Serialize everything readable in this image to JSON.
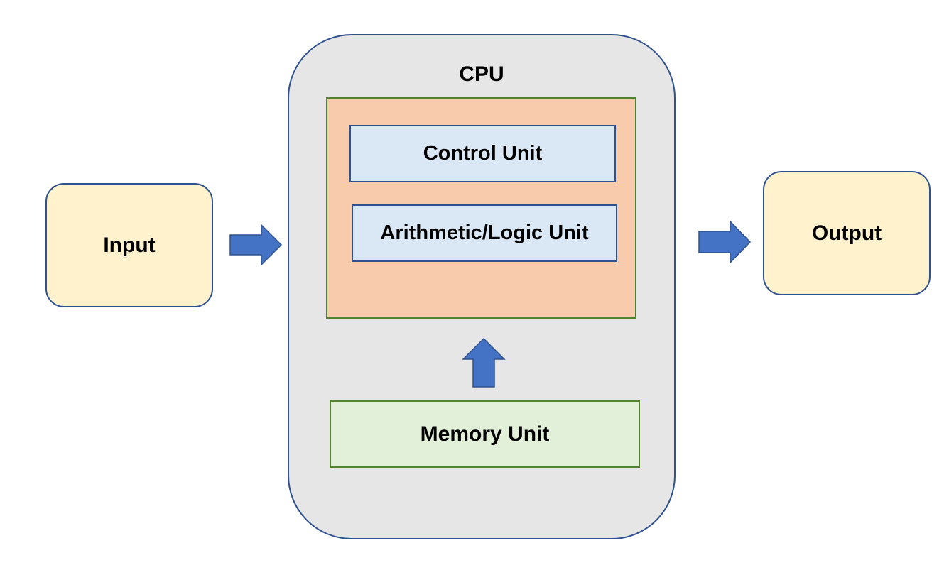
{
  "input": {
    "label": "Input"
  },
  "output": {
    "label": "Output"
  },
  "cpu": {
    "title": "CPU",
    "control_unit": "Control Unit",
    "alu": "Arithmetic/Logic Unit",
    "memory_unit": "Memory Unit"
  },
  "colors": {
    "io_fill": "#fff2cc",
    "cpu_fill": "#e6e6e6",
    "core_fill": "#f8cbad",
    "unit_fill": "#dae8f5",
    "memory_fill": "#e2efd9",
    "arrow": "#4472c4",
    "outline_blue": "#2f528f",
    "outline_green": "#548235"
  },
  "icons": {
    "input_arrow": "right-arrow-icon",
    "output_arrow": "right-arrow-icon",
    "memory_arrow": "up-arrow-icon"
  }
}
